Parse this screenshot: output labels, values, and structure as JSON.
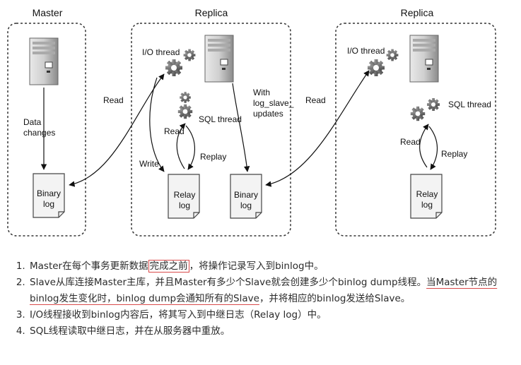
{
  "boxes": {
    "master": {
      "title": "Master",
      "data_changes": "Data\nchanges",
      "binary_log": "Binary\nlog"
    },
    "replica1": {
      "title": "Replica",
      "io_thread": "I/O thread",
      "sql_thread": "SQL thread",
      "relay_log": "Relay\nlog",
      "binary_log": "Binary\nlog",
      "with_log": "With\nlog_slave_\nupdates",
      "read": "Read",
      "write": "Write",
      "replay": "Replay"
    },
    "replica2": {
      "title": "Replica",
      "io_thread": "I/O thread",
      "sql_thread": "SQL thread",
      "relay_log": "Relay\nlog",
      "read": "Read",
      "replay": "Replay"
    }
  },
  "arrows": {
    "read_left": "Read",
    "read_right": "Read"
  },
  "steps": [
    {
      "pre": "Master在每个事务更新数据",
      "boxed": "完成之前",
      "post": "，将操作记录写入到binlog中。"
    },
    {
      "pre": "Slave从库连接Master主库，并且Master有多少个Slave就会创建多少个binlog dump线程。",
      "underlined": "当Master节点的binlog发生变化时，binlog dump会通知所有的Slave",
      "post": "，并将相应的binlog发送给Slave。"
    },
    {
      "text": "I/O线程接收到binlog内容后，将其写入到中继日志（Relay log）中。"
    },
    {
      "text": "SQL线程读取中继日志，并在从服务器中重放。"
    }
  ]
}
